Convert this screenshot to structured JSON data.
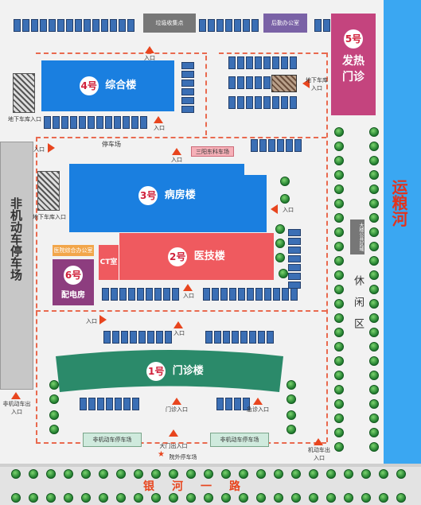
{
  "river": {
    "label": "运粮河"
  },
  "road": {
    "label": "银河一路"
  },
  "buildings": {
    "b4": {
      "badge": "4号",
      "label": "综合楼"
    },
    "b3": {
      "badge": "3号",
      "label": "病房楼"
    },
    "b2": {
      "badge": "2号",
      "label": "医技楼"
    },
    "b1": {
      "badge": "1号",
      "label": "门诊楼"
    },
    "b5": {
      "badge": "5号",
      "label": "发热门诊"
    },
    "b6": {
      "badge": "6号",
      "label": "配电房"
    },
    "ct": "CT室"
  },
  "areas": {
    "bike_parking": "非机动车停车场",
    "leisure": "休闲区",
    "parking_lot": "停车场"
  },
  "small_boxes": {
    "garbage": "垃圾收集点",
    "logistics": "后勤办公室",
    "pharmacy": "三阳东科车场",
    "health_office": "医院综合办公室",
    "gray_side": "大楼公共区域",
    "nonmotor_w": "非机动车停车场",
    "nonmotor_e": "非机动车停车场"
  },
  "labels": {
    "entrance": "入口",
    "underground_4": "地下车库入口",
    "underground_3": "地下车库入口",
    "underground_e": "地下车库入口",
    "exit_w": "非机动车出入口",
    "exit_e": "机动车出入口",
    "main_gate": "大门出入口",
    "outpatient_entrance": "门诊入口",
    "emergency_entrance": "急诊入口",
    "bus_stop": "院外停车场"
  },
  "colors": {
    "river": "#3aa7f2",
    "b4": "#1a7fe0",
    "b3": "#1a7fe0",
    "b2": "#ef5a5f",
    "b1": "#2b8a6a",
    "b5": "#c4447e",
    "b6": "#8d3d7f",
    "road_text": "#e8451e"
  }
}
